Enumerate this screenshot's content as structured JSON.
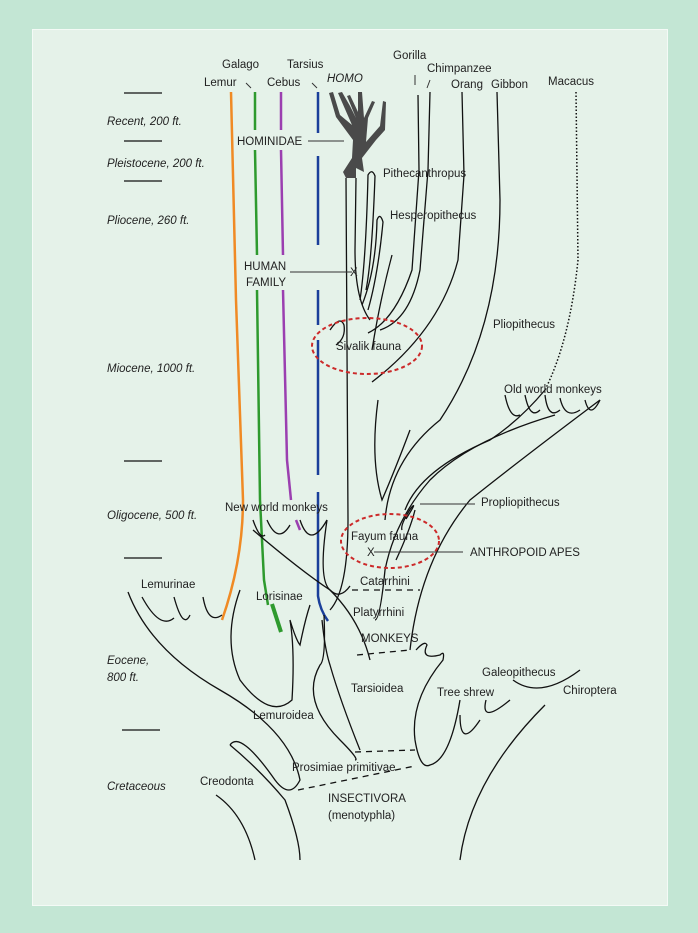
{
  "eras": [
    {
      "label": "Recent, 200 ft."
    },
    {
      "label": "Pleistocene, 200 ft."
    },
    {
      "label": "Pliocene, 260 ft."
    },
    {
      "label": "Miocene, 1000 ft."
    },
    {
      "label": "Oligocene, 500 ft."
    },
    {
      "label": "Eocene,"
    },
    {
      "label": "800 ft."
    },
    {
      "label": "Cretaceous"
    }
  ],
  "top_labels": {
    "lemur": "Lemur",
    "galago": "Galago",
    "cebus": "Cebus",
    "tarsius": "Tarsius",
    "homo": "HOMO",
    "gorilla": "Gorilla",
    "chimpanzee": "Chimpanzee",
    "orang": "Orang",
    "gibbon": "Gibbon",
    "macacus": "Macacus"
  },
  "labels": {
    "hominidae": "HOMINIDAE",
    "pithecanthropus": "Pithecanthropus",
    "hesperopithecus": "Hesperopithecus",
    "human_family_1": "HUMAN",
    "human_family_2": "FAMILY",
    "x1": "X",
    "sivalik": "Sivalik fauna",
    "pliopithecus": "Pliopithecus",
    "old_world_monkeys": "Old world monkeys",
    "new_world_monkeys": "New world monkeys",
    "propliopithecus": "Propliopithecus",
    "fayum": "Fayum fauna",
    "x2": "X",
    "anthropoid_apes": "ANTHROPOID APES",
    "catarrhini": "Catarrhini",
    "lemurinae": "Lemurinae",
    "lorisinae": "Lorisinae",
    "platyrrhini": "Platyrrhini",
    "monkeys": "MONKEYS",
    "tarsioidea": "Tarsioidea",
    "galeopithecus": "Galeopithecus",
    "tree_shrew": "Tree shrew",
    "chiroptera": "Chiroptera",
    "lemuroidea": "Lemuroidea",
    "prosimiae": "Prosimiae primitivae",
    "creodonta": "Creodonta",
    "insectivora": "INSECTIVORA",
    "menotyphla": "(menotyphla)"
  },
  "colors": {
    "lemur": "#f08a24",
    "galago": "#2e9a2e",
    "cebus": "#9b3fb0",
    "tarsius": "#1a3f9a",
    "homo": "#4a4a4a",
    "fauna_circle": "#cc2a2a"
  }
}
